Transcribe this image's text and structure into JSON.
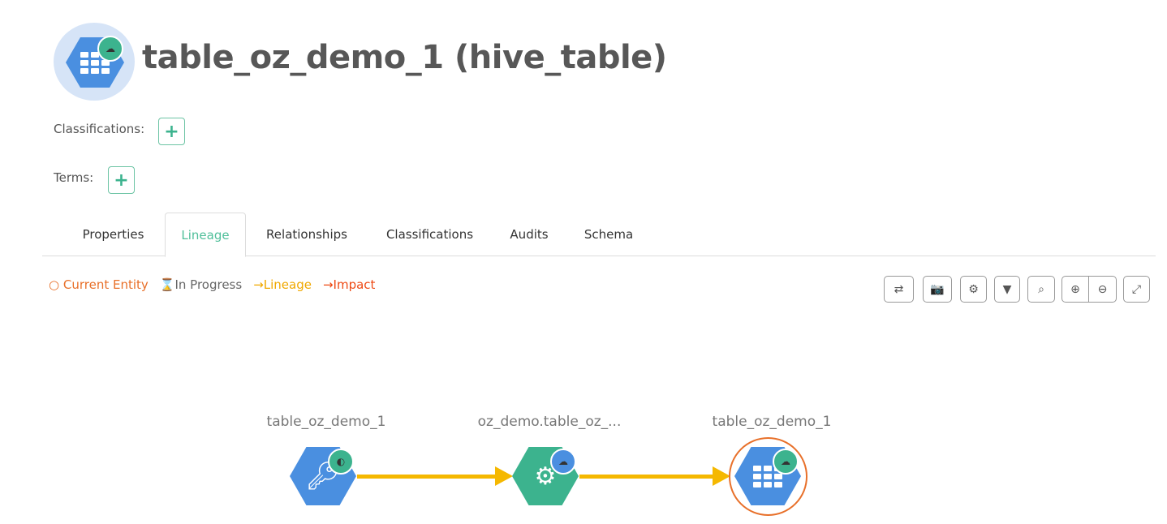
{
  "header": {
    "title": "table_oz_demo_1 (hive_table)",
    "icon": "hive-table-icon"
  },
  "classifications": {
    "label": "Classifications:",
    "add": "+"
  },
  "terms": {
    "label": "Terms:",
    "add": "+"
  },
  "tabs": [
    {
      "label": "Properties"
    },
    {
      "label": "Lineage",
      "active": true
    },
    {
      "label": "Relationships"
    },
    {
      "label": "Classifications"
    },
    {
      "label": "Audits"
    },
    {
      "label": "Schema"
    }
  ],
  "legend": [
    {
      "icon": "○",
      "label": "Current Entity",
      "color": "#e8702a"
    },
    {
      "icon": "⌛",
      "label": "In Progress",
      "color": "#666666"
    },
    {
      "icon": "→",
      "label": "Lineage",
      "color": "#f0a800"
    },
    {
      "icon": "→",
      "label": "Impact",
      "color": "#ee4a14"
    }
  ],
  "toolbar": [
    "refresh",
    "camera",
    "settings",
    "filter",
    "search",
    "zoom-in",
    "zoom-out",
    "fullscreen"
  ],
  "nodes": [
    {
      "label": "table_oz_demo_1",
      "type": "key"
    },
    {
      "label": "oz_demo.table_oz_...",
      "type": "process"
    },
    {
      "label": "table_oz_demo_1",
      "type": "table",
      "current": true
    }
  ],
  "colors": {
    "accent": "#4fbf9a",
    "node_blue": "#4a8fe0",
    "node_green": "#3cb38e",
    "lineage": "#f5b800",
    "current": "#e8702a"
  }
}
